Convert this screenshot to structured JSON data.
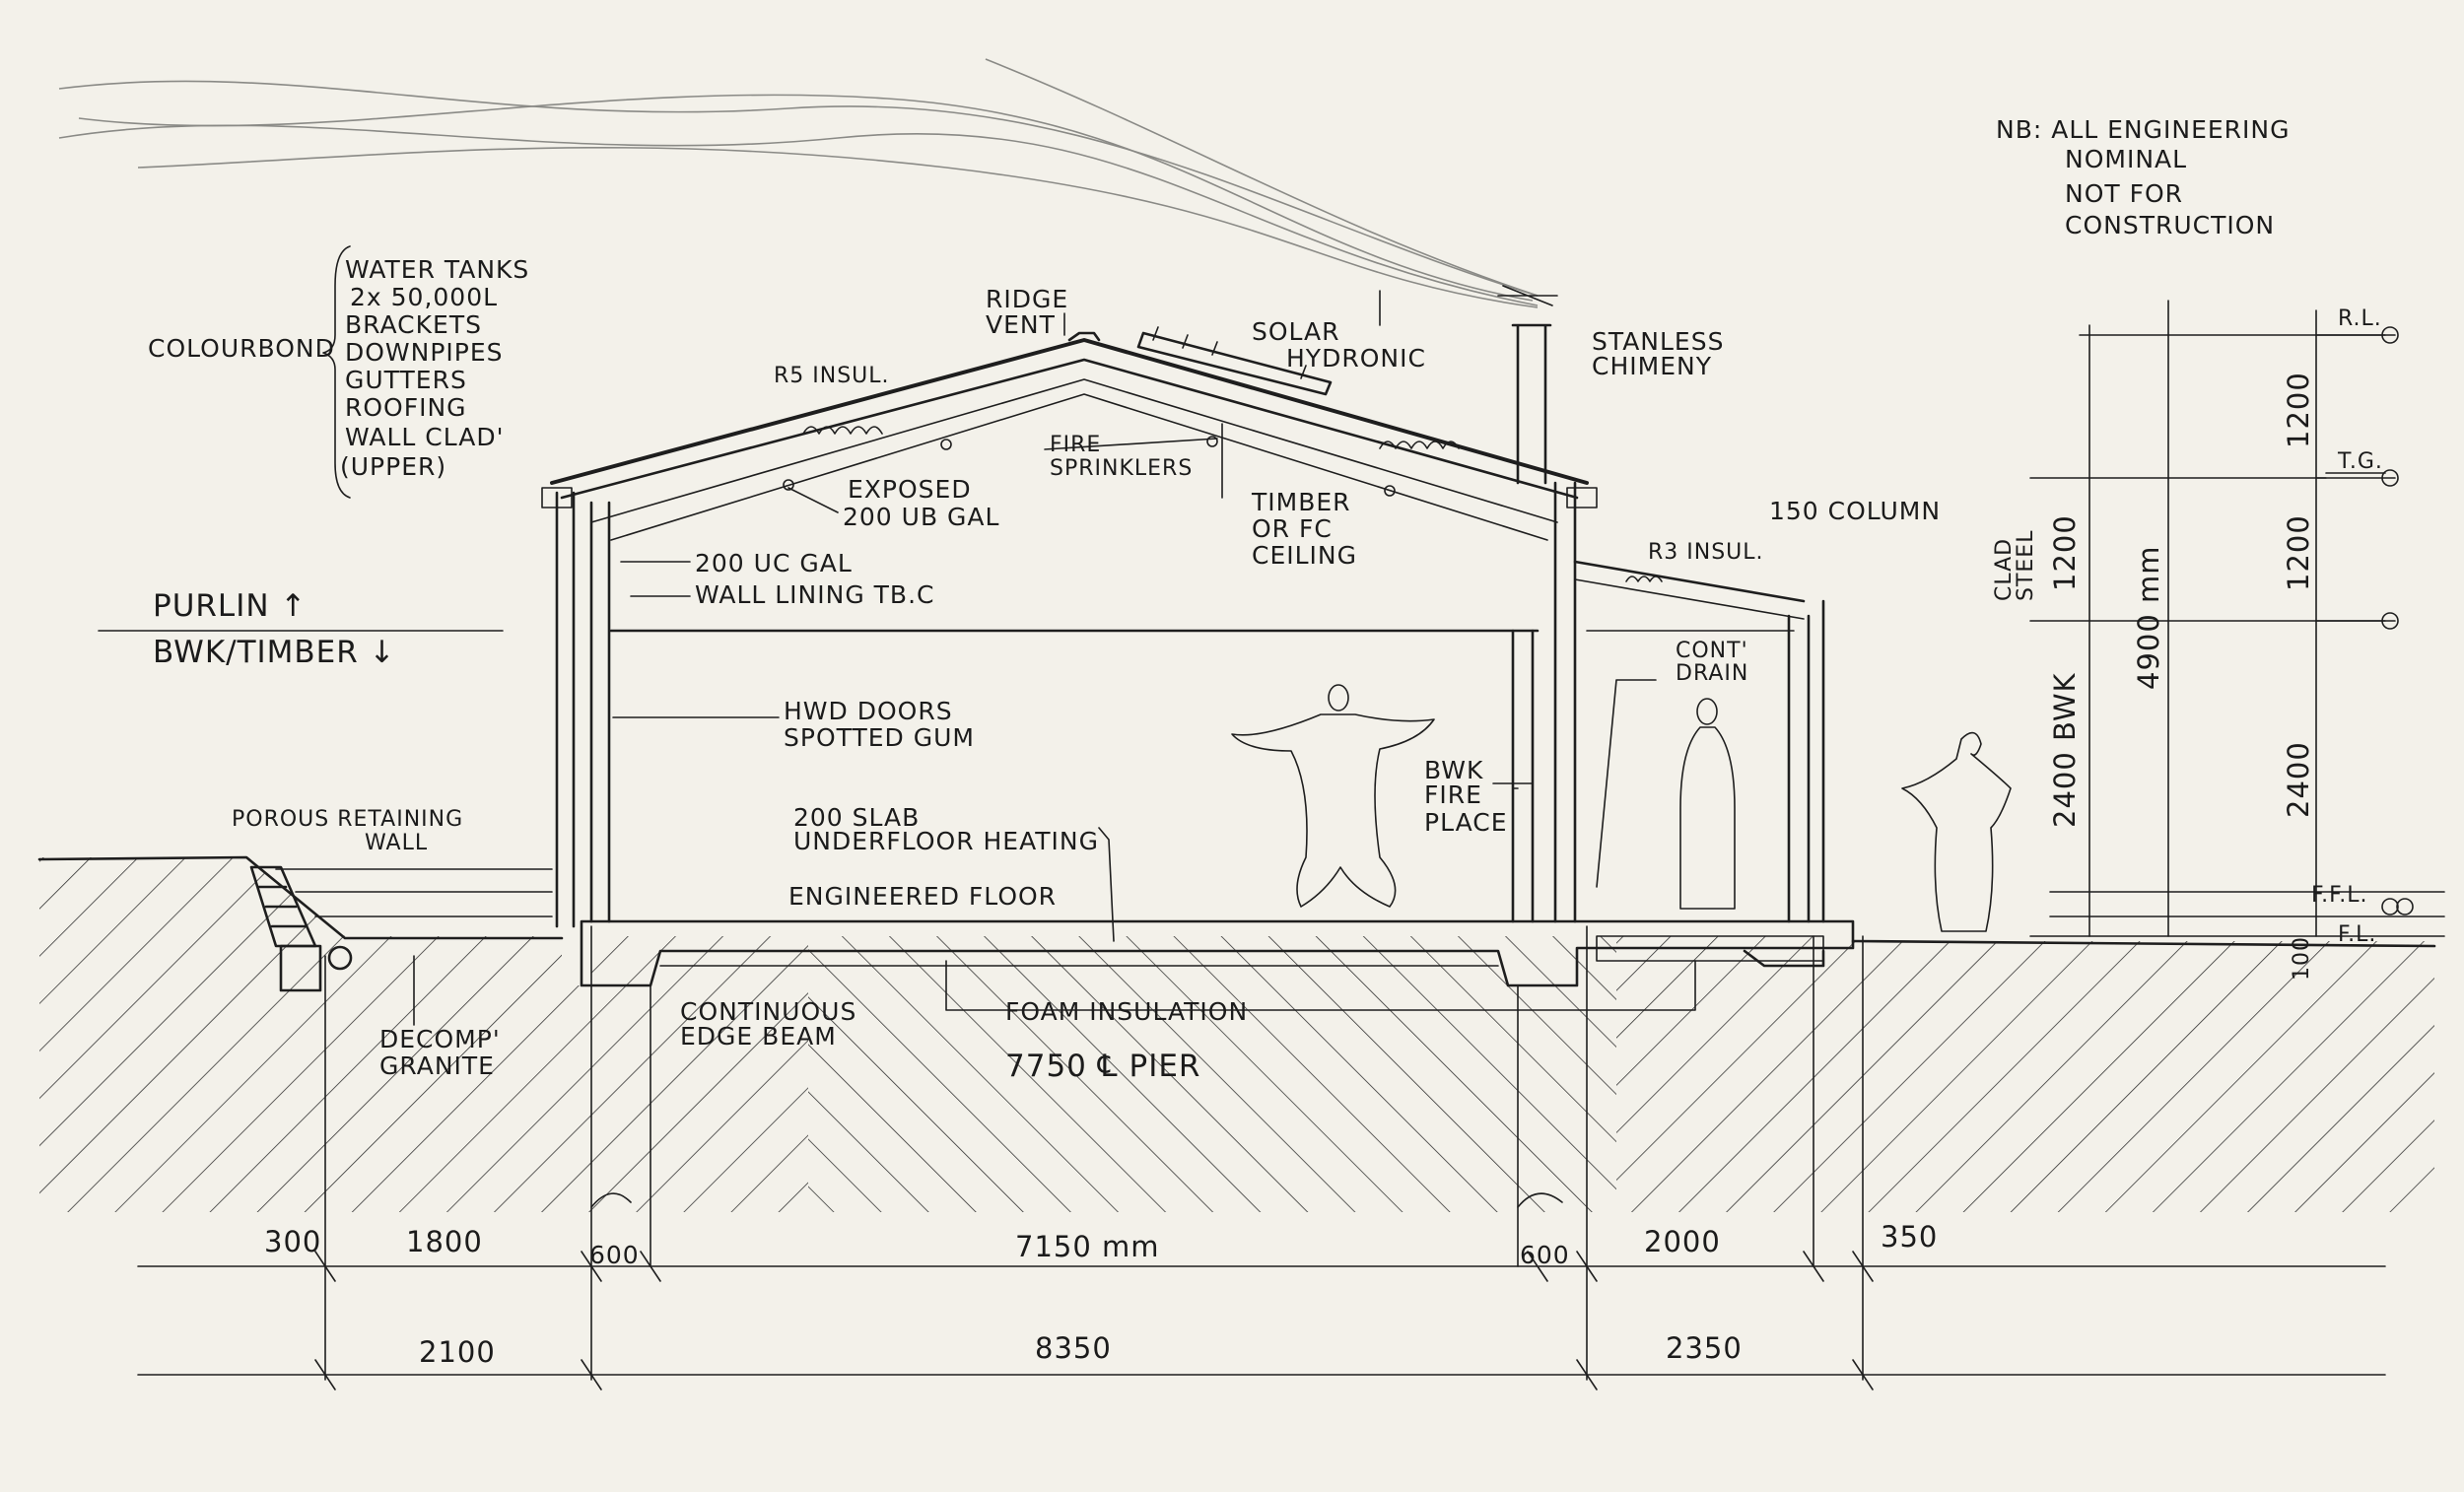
{
  "notes": {
    "nb": [
      "NB: ALL ENGINEERING",
      "NOMINAL",
      "NOT FOR",
      "CONSTRUCTION"
    ]
  },
  "colourbond": {
    "label": "COLOURBOND",
    "items": [
      "WATER TANKS",
      "2x 50,000L",
      "BRACKETS",
      "DOWNPIPES",
      "GUTTERS",
      "ROOFING",
      "WALL CLAD'",
      "(UPPER)"
    ]
  },
  "labels": {
    "ridge_vent": [
      "RIDGE",
      "VENT"
    ],
    "r5_insul": "R5 INSUL.",
    "solar": [
      "SOLAR",
      "HYDRONIC"
    ],
    "chimney": [
      "STANLESS",
      "CHIMENY"
    ],
    "fire_sprinklers": [
      "FIRE",
      "SPRINKLERS"
    ],
    "exposed_ub": [
      "EXPOSED",
      "200 UB GAL"
    ],
    "timber_ceiling": [
      "TIMBER",
      "OR FC",
      "CEILING"
    ],
    "column_150": "150 COLUMN",
    "r3_insul": "R3 INSUL.",
    "uc_gal": "200 UC GAL",
    "wall_lining": "WALL LINING TB.C",
    "purlin": "PURLIN ↑",
    "bwk_timber": "BWK/TIMBER ↓",
    "cont_drain": [
      "CONT'",
      "DRAIN"
    ],
    "hwd_doors": [
      "HWD DOORS",
      "SPOTTED GUM"
    ],
    "bwk_fireplace": [
      "BWK",
      "FIRE",
      "PLACE"
    ],
    "porous_wall": [
      "POROUS RETAINING",
      "WALL"
    ],
    "slab": [
      "200 SLAB",
      "UNDERFLOOR HEATING"
    ],
    "engineered_floor": "ENGINEERED FLOOR",
    "decomp_granite": [
      "DECOMP'",
      "GRANITE"
    ],
    "edge_beam": [
      "CONTINUOUS",
      "EDGE BEAM"
    ],
    "foam_insulation": "FOAM INSULATION",
    "pier": "7750 ℄ PIER"
  },
  "vertical_dims": {
    "clad_steel": [
      "CLAD",
      "STEEL"
    ],
    "d1200_a": "1200",
    "d2400_bwk": "2400 BWK",
    "d4900": "4900 mm",
    "d1200_b": "1200",
    "d1200_c": "1200",
    "d2400": "2400",
    "d100": "100",
    "levels": [
      "R.L.",
      "T.G.",
      "F.F.L.",
      "F.L."
    ]
  },
  "horizontal_dims": {
    "row1": [
      "300",
      "1800",
      "600",
      "7150 mm",
      "600",
      "2000",
      "350"
    ],
    "row2": [
      "2100",
      "8350",
      "2350"
    ]
  }
}
